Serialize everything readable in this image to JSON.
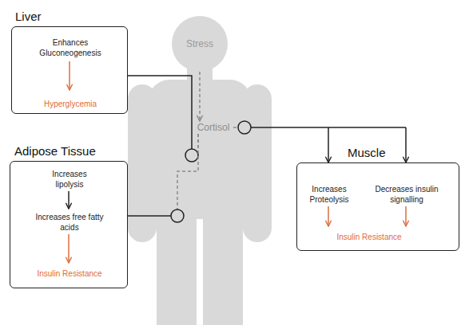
{
  "diagram": {
    "nodes": [
      {
        "text": [
          "Liver",
          "Enhances Gluconeogenesis",
          "Hyperglycemia"
        ]
      },
      {
        "text": [
          "Stress"
        ]
      },
      {
        "text": [
          "Cortisol"
        ]
      },
      {
        "text": [
          "Adipose Tissue",
          "Increases lipolysis",
          "Increases free fatty acids",
          "Insulin Resistance"
        ]
      },
      {
        "text": [
          "Muscle",
          "Increases Proteolysis",
          "Decreases insulin signalling",
          "Insulin Resistance"
        ]
      }
    ],
    "edges": [
      {
        "from": 1,
        "to": 2,
        "arrow": "to"
      },
      {
        "from": 2,
        "to": 0,
        "arrow": "none"
      },
      {
        "from": 2,
        "to": 3,
        "arrow": "none"
      },
      {
        "from": 2,
        "to": 4,
        "arrow": "to"
      }
    ]
  }
}
